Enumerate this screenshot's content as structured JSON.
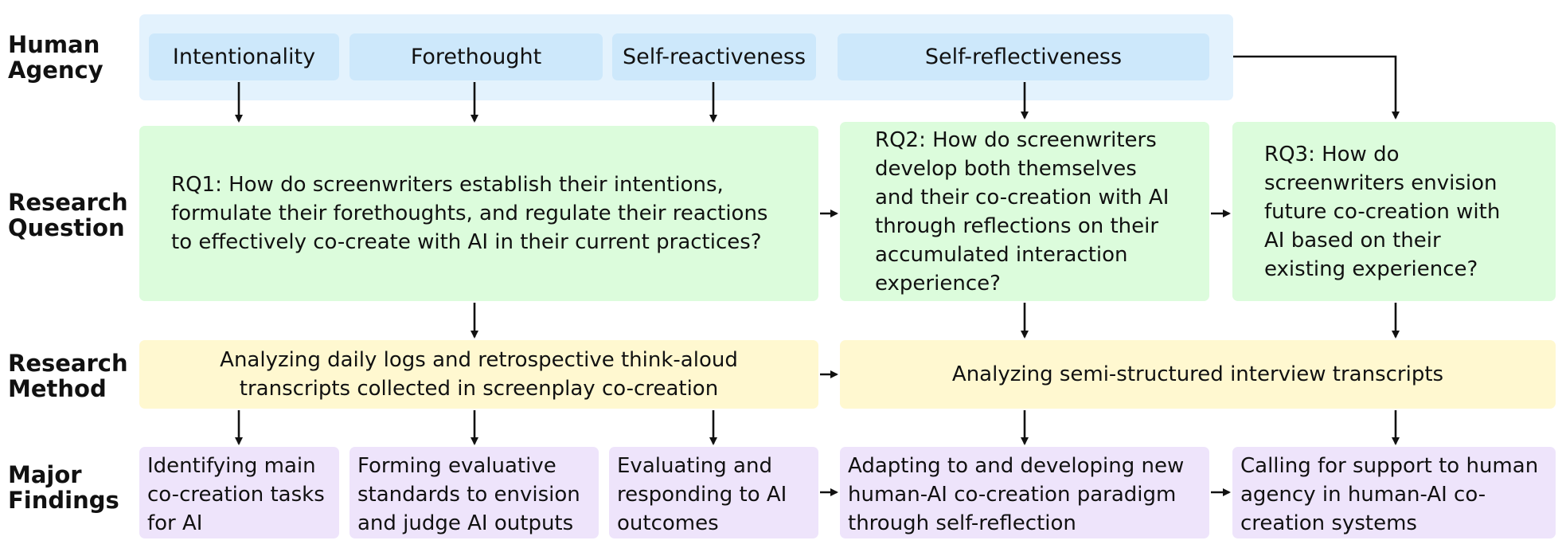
{
  "rows": {
    "agency": "Human Agency",
    "question": "Research Question",
    "method": "Research Method",
    "findings": "Major Findings"
  },
  "agency": {
    "intentionality": "Intentionality",
    "forethought": "Forethought",
    "self_reactiveness": "Self-reactiveness",
    "self_reflectiveness": "Self-reflectiveness"
  },
  "questions": {
    "rq1": "RQ1: How do screenwriters establish their intentions, formulate their forethoughts, and regulate their reactions to effectively co-create with AI in their current practices?",
    "rq2": "RQ2: How do screenwriters develop both themselves and their co-creation with AI through reflections on their accumulated interaction experience?",
    "rq3": "RQ3: How do screenwriters envision future co-creation with AI based on their existing experience?"
  },
  "methods": {
    "m1": "Analyzing daily logs and retrospective think-aloud transcripts collected in screenplay co-creation",
    "m2": "Analyzing semi-structured interview transcripts"
  },
  "findings": {
    "f1": "Identifying main co-creation tasks for AI",
    "f2": "Forming evaluative standards to envision and judge AI outputs",
    "f3": "Evaluating and responding to AI outcomes",
    "f4": "Adapting to and developing new human-AI co-creation paradigm through self-reflection",
    "f5": "Calling for support to human agency in human-AI co-creation systems"
  },
  "colors": {
    "agency_band": "#e3f2fd",
    "agency_box": "#cde8fb",
    "question": "#dcfcdc",
    "method": "#fff8d0",
    "finding": "#eee4fb",
    "arrow": "#111111"
  }
}
